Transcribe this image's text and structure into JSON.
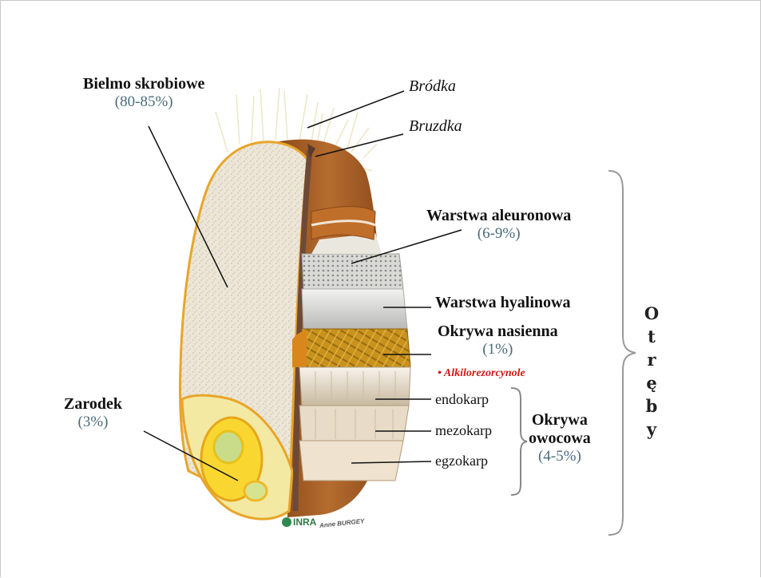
{
  "labels": {
    "bielmo": "Bielmo skrobiowe",
    "bielmo_pct": "(80-85%)",
    "brodka": "Bródka",
    "bruzdka": "Bruzdka",
    "warstwa_aleuronowa": "Warstwa  aleuronowa",
    "aleuronowa_pct": "(6-9%)",
    "warstwa_hyalinowa": "Warstwa  hyalinowa",
    "okrywa_nasienna": "Okrywa nasienna",
    "nasienna_pct": "(1%)",
    "alkilorezorcynole": "• Alkilorezorcynole",
    "endokarp": "endokarp",
    "mezokarp": "mezokarp",
    "egzokarp": "egzokarp",
    "okrywa_owocowa_1": "Okrywa",
    "okrywa_owocowa_2": "owocowa",
    "owocowa_pct": "(4-5%)",
    "zarodek": "Zarodek",
    "zarodek_pct": "(3%)",
    "otreby": [
      "O",
      "t",
      "r",
      "ę",
      "b",
      "y"
    ]
  },
  "logo": {
    "text": "INRA",
    "author": "Anne BURGEY"
  },
  "colors": {
    "endosperm": "#efebe1",
    "bran": "#a8612a",
    "aleurone": "#c9c6bf",
    "seed_coat": "#c9951e",
    "germ": "#f3e9a2",
    "percent_text": "#4a6b7c",
    "alk_text": "#d01818"
  }
}
